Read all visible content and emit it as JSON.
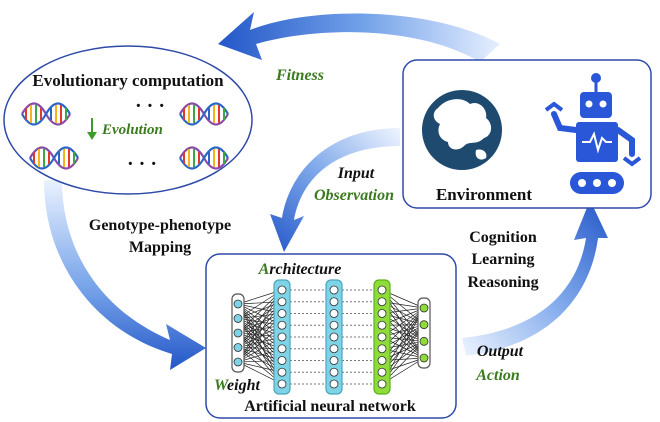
{
  "evolution": {
    "title": "Evolutionary computation",
    "step_label": "Evolution",
    "dots_top": "· · ·",
    "dots_bottom": "· · ·"
  },
  "environment": {
    "label": "Environment"
  },
  "network": {
    "title": "Artificial neural network",
    "architecture_initial": "A",
    "architecture_rest": "rchitecture",
    "weight_initial": "W",
    "weight_rest": "eight"
  },
  "flows": {
    "fitness": "Fitness",
    "input_line1": "Input",
    "input_line2": "Observation",
    "mapping_line1": "Genotype-phenotype",
    "mapping_line2": "Mapping",
    "cognition_line1": "Cognition",
    "cognition_line2": "Learning",
    "cognition_line3": "Reasoning",
    "output_line1": "Output",
    "output_line2": "Action"
  },
  "colors": {
    "arrow_blue": "#2f6fd6",
    "arrow_light": "#cfe0fb",
    "robot_blue": "#2a56d8",
    "globe_dark": "#1d4a6e",
    "green_text": "#3b7a1e",
    "layer_cyan": "#7fd3e6",
    "layer_green": "#8edb3a",
    "panel_border": "#2e4aa8"
  }
}
